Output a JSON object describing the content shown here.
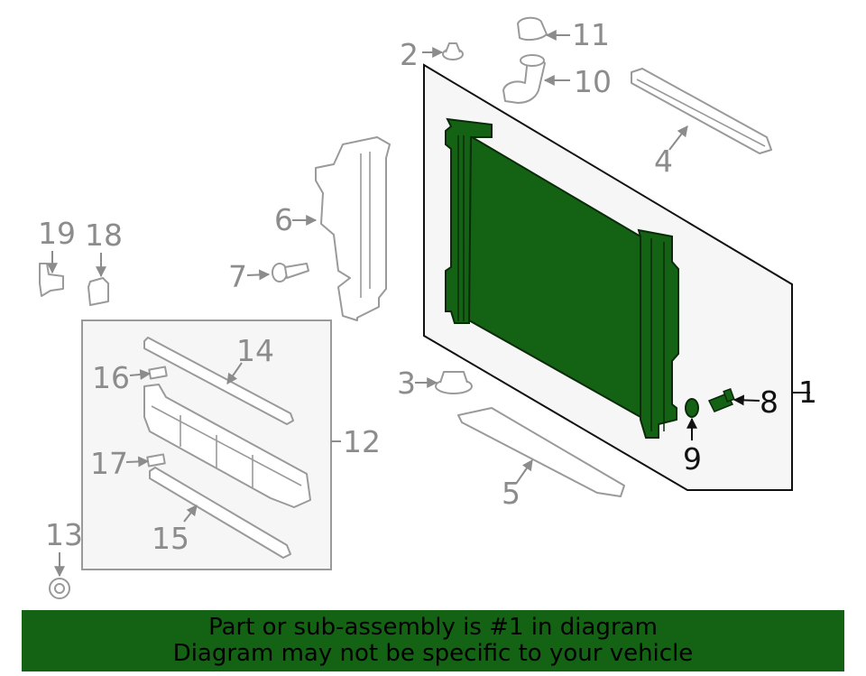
{
  "diagram": {
    "callouts": [
      "1",
      "2",
      "3",
      "4",
      "5",
      "6",
      "7",
      "8",
      "9",
      "10",
      "11",
      "12",
      "13",
      "14",
      "15",
      "16",
      "17",
      "18",
      "19"
    ],
    "highlight_color": "#146314",
    "highlighted_part": "1"
  },
  "banner": {
    "line1": "Part or sub-assembly is #1 in diagram",
    "line2": "Diagram may not be specific to your vehicle",
    "background": "#146314"
  }
}
